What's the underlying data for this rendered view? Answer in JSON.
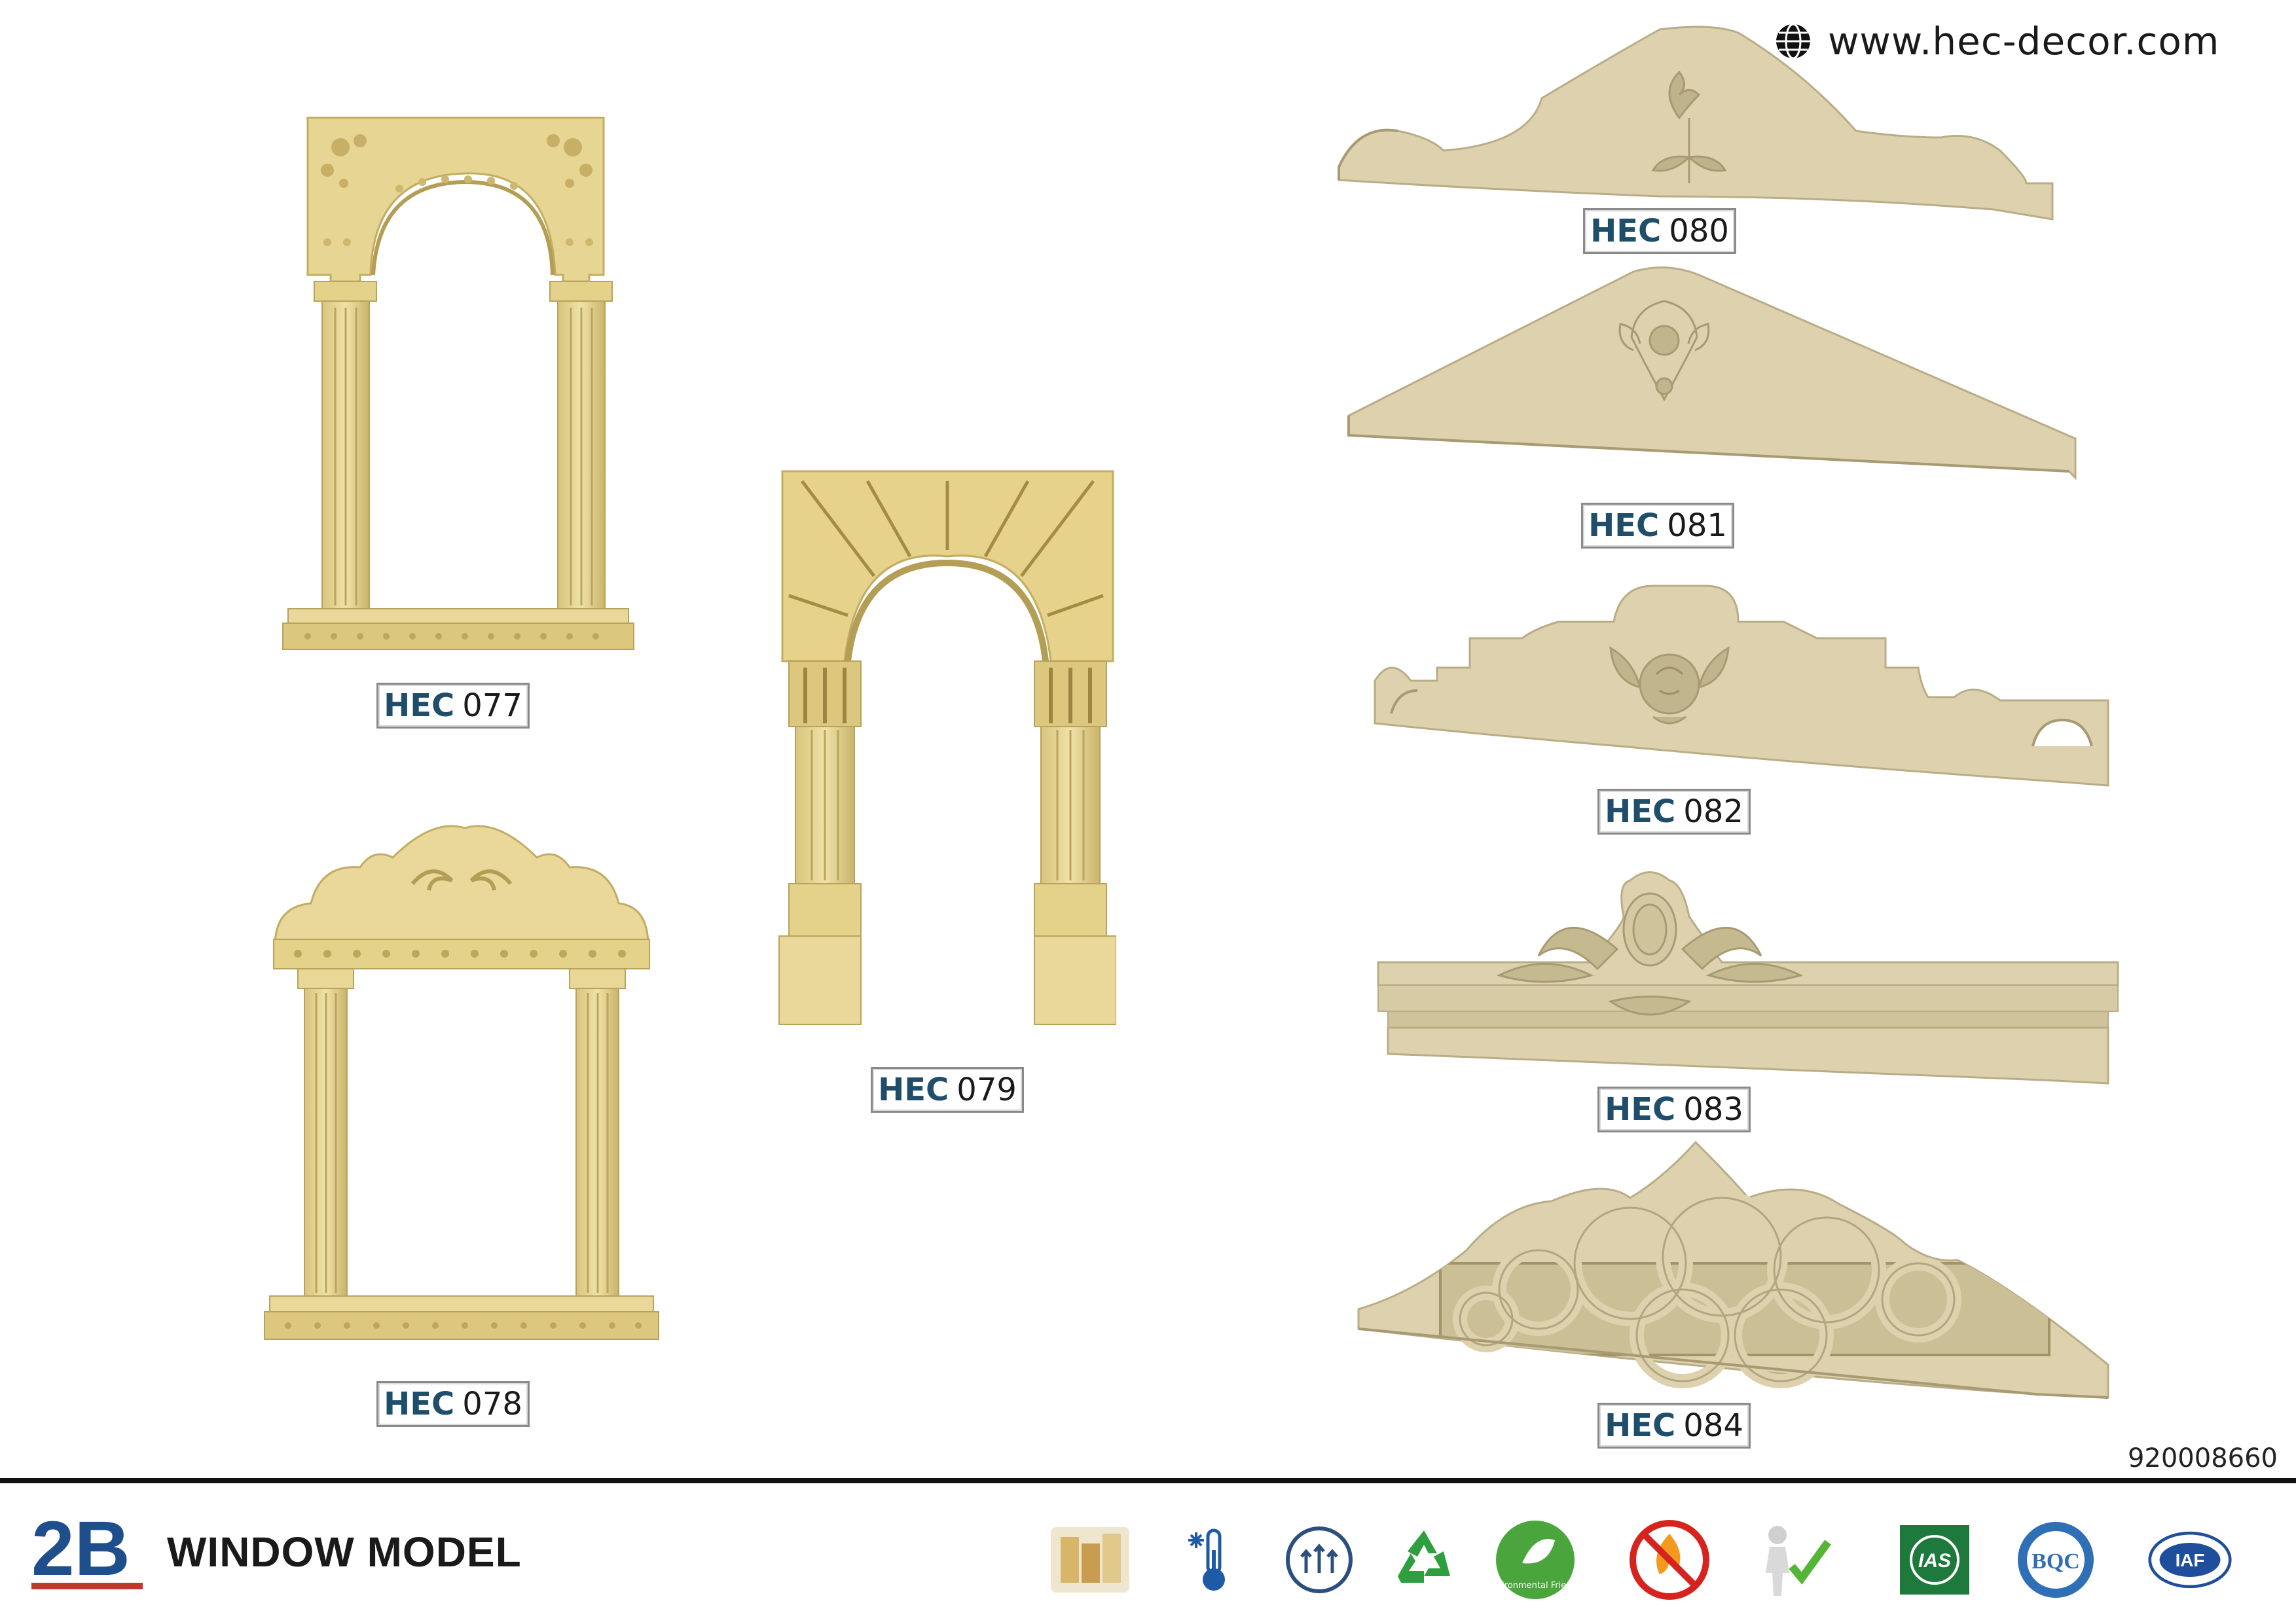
{
  "header": {
    "website": "www.hec-decor.com",
    "globe_icon": "globe-icon"
  },
  "products": [
    {
      "prefix": "HEC",
      "number": "077"
    },
    {
      "prefix": "HEC",
      "number": "078"
    },
    {
      "prefix": "HEC",
      "number": "079"
    },
    {
      "prefix": "HEC",
      "number": "080"
    },
    {
      "prefix": "HEC",
      "number": "081"
    },
    {
      "prefix": "HEC",
      "number": "082"
    },
    {
      "prefix": "HEC",
      "number": "083"
    },
    {
      "prefix": "HEC",
      "number": "084"
    }
  ],
  "catalog_code": "920008660",
  "footer": {
    "brand": "2B",
    "title": "WINDOW MODEL",
    "badges": [
      {
        "icon": "material-samples-icon"
      },
      {
        "icon": "thermometer-snowflake-icon"
      },
      {
        "icon": "heat-insulation-icon"
      },
      {
        "icon": "recycle-icon"
      },
      {
        "icon": "environmental-friendly-icon",
        "text": "Environmental Friendly"
      },
      {
        "icon": "no-fire-icon"
      },
      {
        "icon": "person-checkmark-icon"
      },
      {
        "icon": "ias-logo-icon",
        "text": "IAS"
      },
      {
        "icon": "boc-logo-icon",
        "text": "BQC"
      },
      {
        "icon": "iaf-logo-icon",
        "text": "IAF"
      }
    ]
  },
  "colors": {
    "stone_light": "#e9d89a",
    "stone_mid": "#d9c57c",
    "stone_dark": "#b49e55",
    "panel_light": "#dfd4b2",
    "panel_mid": "#cfc29b",
    "panel_dark": "#a89a72",
    "label_prefix": "#1f4e6b"
  }
}
